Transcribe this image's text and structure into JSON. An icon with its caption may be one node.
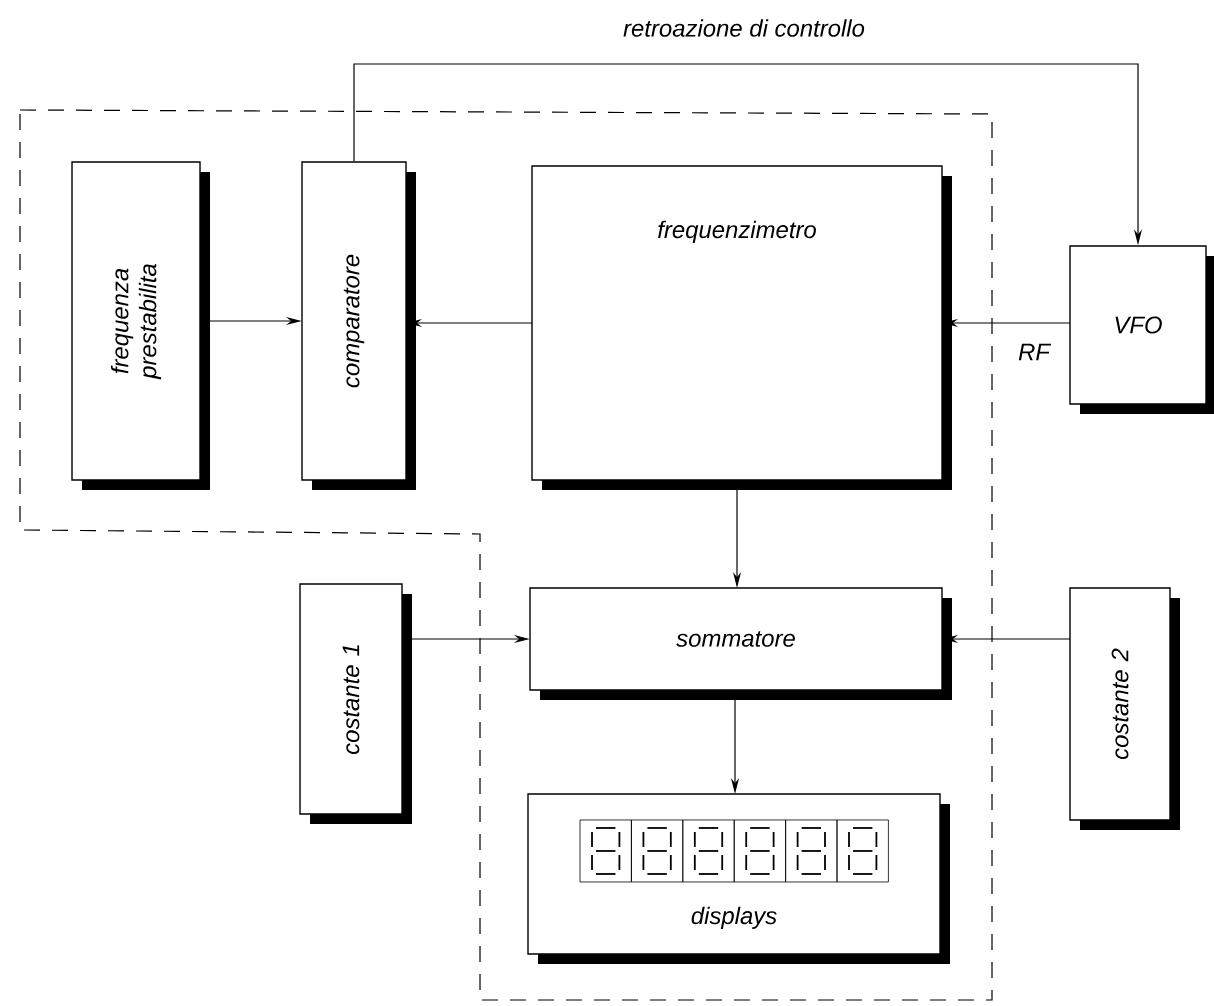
{
  "diagram": {
    "nodes": [
      {
        "text": [
          "frequenza prestabilita"
        ]
      },
      {
        "text": [
          "comparatore"
        ]
      },
      {
        "text": [
          "frequenzimetro"
        ]
      },
      {
        "text": [
          "VFO"
        ]
      },
      {
        "text": [
          "costante 1"
        ]
      },
      {
        "text": [
          "sommatore"
        ]
      },
      {
        "text": [
          "costante 2"
        ]
      },
      {
        "text": [
          "displays"
        ]
      }
    ],
    "edges": [
      {
        "from": 0,
        "to": 1,
        "arrow": "to"
      },
      {
        "from": 2,
        "to": 1,
        "arrow": "to"
      },
      {
        "from": 3,
        "to": 2,
        "arrow": "to",
        "label": "RF"
      },
      {
        "from": 1,
        "to": 3,
        "arrow": "to",
        "label": "retroazione di controllo"
      },
      {
        "from": 2,
        "to": 5,
        "arrow": "to"
      },
      {
        "from": 4,
        "to": 5,
        "arrow": "to"
      },
      {
        "from": 6,
        "to": 5,
        "arrow": "to"
      },
      {
        "from": 5,
        "to": 7,
        "arrow": "to"
      }
    ]
  }
}
